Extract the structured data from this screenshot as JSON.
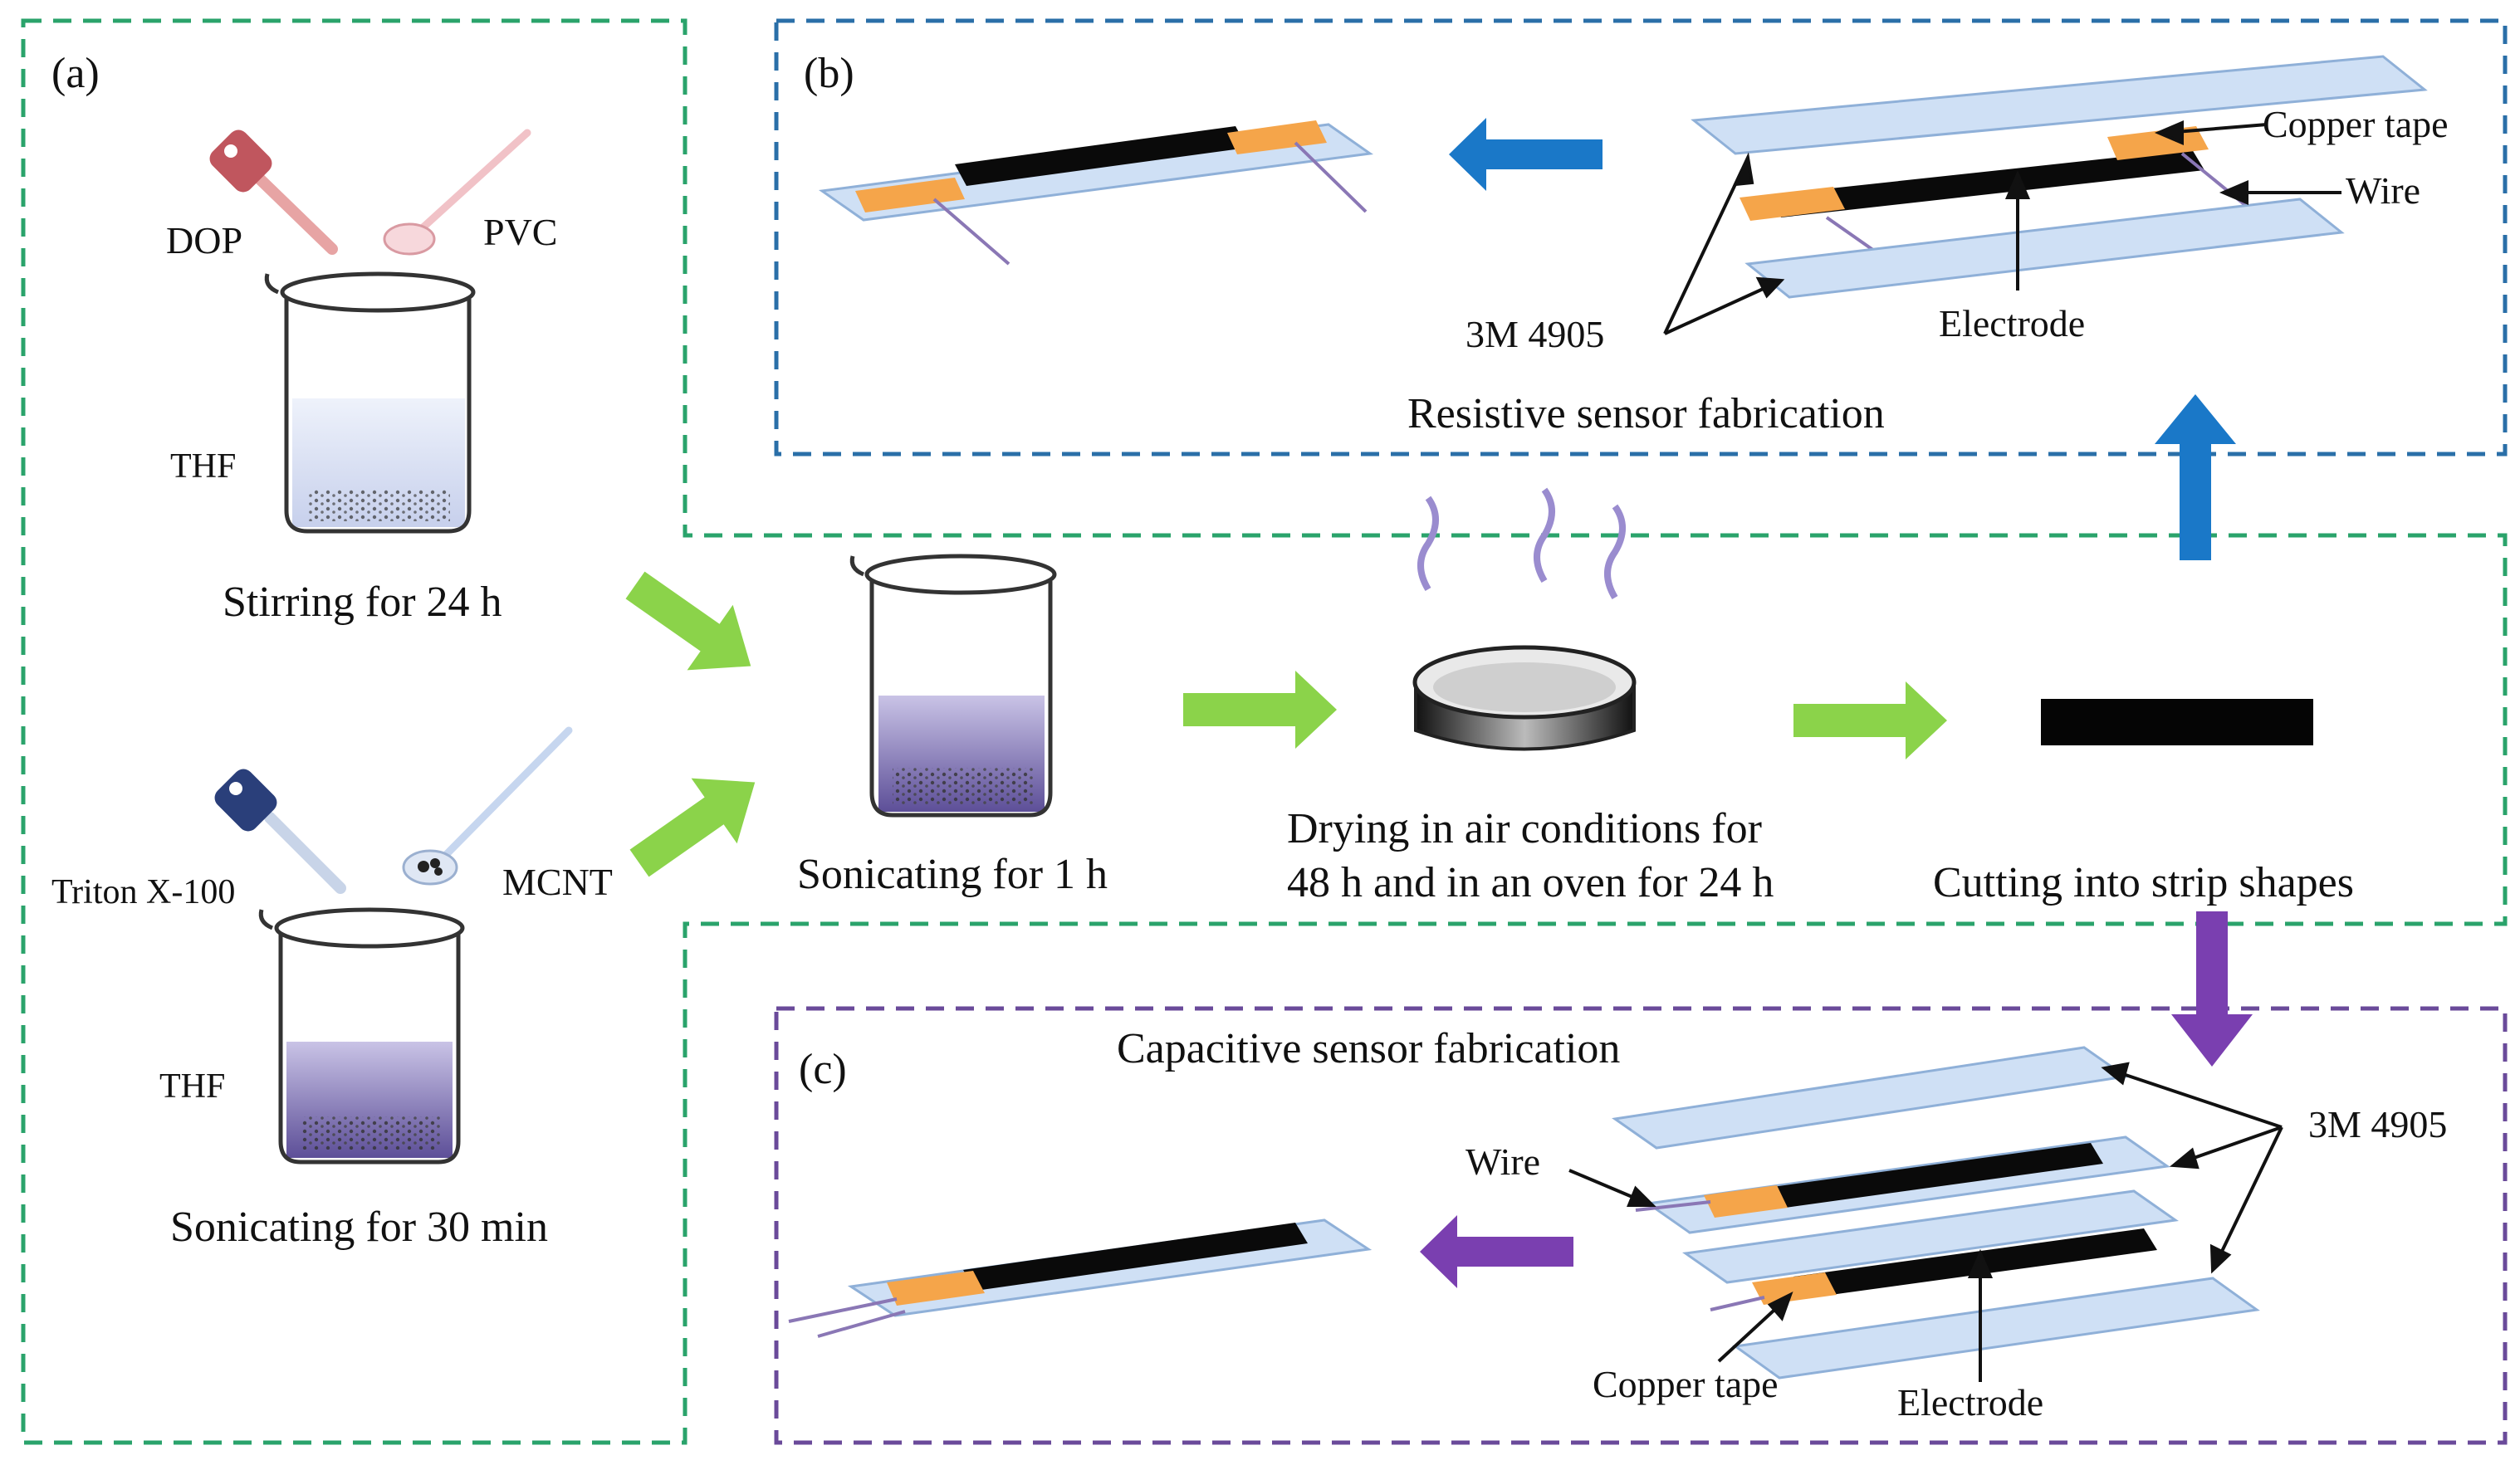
{
  "panels": {
    "a": "(a)",
    "b": "(b)",
    "c": "(c)"
  },
  "panel_a": {
    "reagent_dop": "DOP",
    "reagent_pvc": "PVC",
    "solvent_top": "THF",
    "step_stirring": "Stirring  for 24 h",
    "reagent_triton": "Triton X-100",
    "reagent_mcnt": "MCNT",
    "solvent_bottom": "THF",
    "step_sonicating_30": "Sonicating  for 30 min"
  },
  "process": {
    "step_sonicating_1h": "Sonicating  for 1 h",
    "step_drying_line1": "Drying  in  air conditions for",
    "step_drying_line2": "48  h and in  an oven for 24 h",
    "step_cutting": "Cutting into strip shapes"
  },
  "panel_b": {
    "title": "Resistive  sensor fabrication",
    "label_copper_tape": "Copper tape",
    "label_wire": "Wire",
    "label_electrode": "Electrode",
    "label_3m": "3M  4905"
  },
  "panel_c": {
    "title": "Capacitive  sensor fabrication",
    "label_wire": "Wire",
    "label_3m": "3M 4905",
    "label_copper_tape": "Copper tape",
    "label_electrode": "Electrode"
  },
  "colors": {
    "green_dash": "#2aa36b",
    "blue_dash": "#2a6fa8",
    "purple_dash": "#6a4a9a",
    "green_arrow": "#8bd34a",
    "blue_arrow": "#1a78c8",
    "purple_arrow": "#7a3fb0",
    "strip_fill": "#cfe0f5",
    "copper": "#f5a54a"
  }
}
